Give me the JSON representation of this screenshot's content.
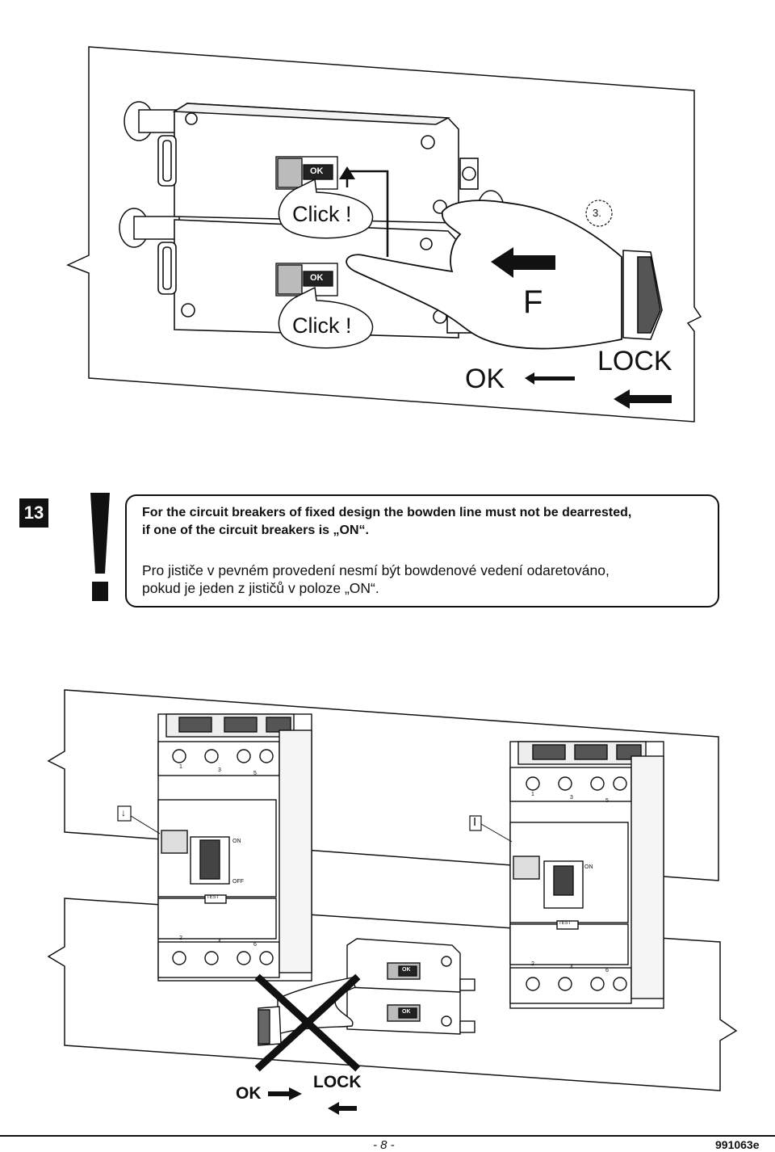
{
  "top_figure": {
    "click_label_1": "Click !",
    "click_label_2": "Click !",
    "ok_badge_1": "OK",
    "ok_badge_2": "OK",
    "step_marker": "3.",
    "force_label": "F",
    "ok_label": "OK",
    "lock_label": "LOCK"
  },
  "step": {
    "number": "13",
    "warning_symbol": "!",
    "note_en_line1": "For the circuit breakers of fixed design the bowden line must not be dearrested,",
    "note_en_line2": "if one of the circuit breakers is „ON“.",
    "note_cz_line1": "Pro jističe v pevném provedení nesmí být bowdenové vedení odaretováno,",
    "note_cz_line2": "pokud je jeden z jističů v poloze „ON“."
  },
  "bottom_figure": {
    "ok_label": "OK",
    "lock_label": "LOCK",
    "left_breaker_state_symbol": "↓",
    "right_breaker_state_symbol": "I",
    "breaker_on_label": "ON",
    "breaker_off_label": "OFF",
    "test_label": "TEST",
    "terminal_top": [
      "1",
      "3",
      "5"
    ],
    "terminal_bottom": [
      "2",
      "4",
      "6"
    ],
    "interlock_ok_badge": "OK"
  },
  "footer": {
    "page_number": "- 8 -",
    "doc_code": "991063e"
  }
}
